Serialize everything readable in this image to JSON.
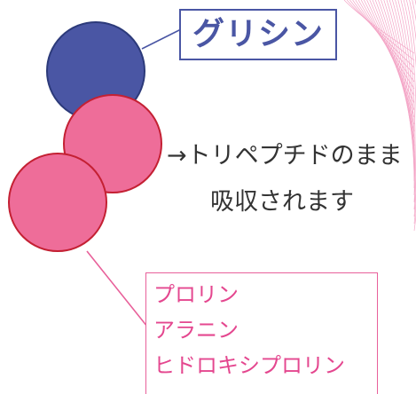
{
  "diagram": {
    "top_label": "グリシン",
    "note_line_1": "→トリペプチドのまま",
    "note_line_2": "吸収されます",
    "list_items": [
      "プロリン",
      "アラニン",
      "ヒドロキシプロリン"
    ]
  },
  "colors": {
    "blue_circle": "#4a56a4",
    "pink_circle": "#ee6d99",
    "circle_outline": "#c42033",
    "label_border": "#4a56a4",
    "list_text": "#e4478f",
    "background_lines": "#f4a6c7"
  }
}
